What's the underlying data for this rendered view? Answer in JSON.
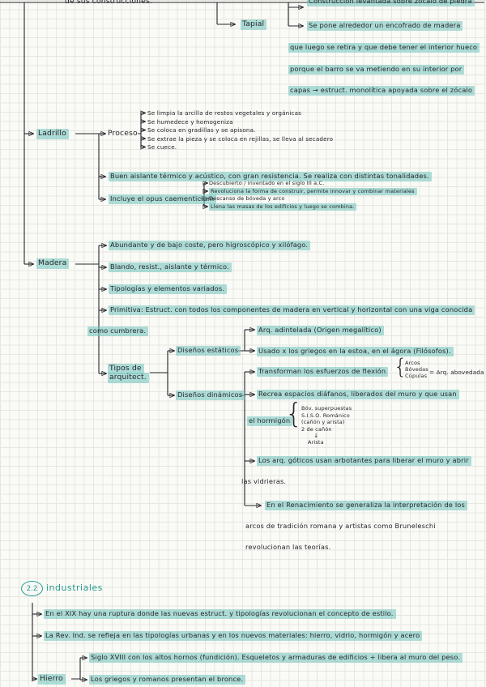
{
  "decor": {
    "brace": "{",
    "arrow_down": "↓"
  },
  "top": {
    "fragment": "de sus construcciones."
  },
  "tapial": {
    "label": "Tapial",
    "line1": "Construcción levantada sobre zócalo de piedra",
    "line2": "Se pone alrededor un encofrado de madera",
    "line3": "que luego se retira y que debe tener el interior hueco",
    "line4": "porque el barro se va metiendo en su interior por",
    "line5": "capas → estruct. monolítica apoyada sobre el zócalo"
  },
  "ladrillo": {
    "label": "Ladrillo",
    "proceso_label": "Proceso",
    "steps": [
      "Se limpia la arcilla de restos vegetales y orgánicas",
      "Se humedece y homogeniza",
      "Se coloca en gradillas y se apisona.",
      "Se extrae la pieza y se coloca en rejillas, se lleva al secadero",
      "Se cuece."
    ],
    "aislante": "Buen aislante térmico y acústico, con gran resistencia. Se realiza con distintas tonalidades.",
    "opus_label": "Incluye el opus caementicium",
    "opus_notes": [
      "Descubierto / inventado en el siglo III a.C.",
      "Revoluciona la forma de construir, permite innovar y combinar materiales",
      "Descanso de bóveda y arco",
      "Llena las masas de los edificios y luego se combina."
    ]
  },
  "madera": {
    "label": "Madera",
    "nota1": "Abundante y de bajo coste, pero higroscópico y xilófago.",
    "nota2": "Blando, resist., aislante y térmico.",
    "nota3": "Tipologías y elementos variados.",
    "nota4a": "Primitiva: Estruct. con todos los componentes de madera en vertical y horizontal con una viga conocida",
    "nota4b": "como cumbrera.",
    "tipos_line1": "Tipos de",
    "tipos_line2": "arquitect.",
    "estaticos": {
      "label": "Diseños estáticos",
      "item1": "Arq. adintelada (Origen megalítico)",
      "item2": "Usado x los griegos en la estoa, en el ágora (Filósofos)."
    },
    "dinamicos": {
      "label": "Diseños dinámicos",
      "flexion": "Transforman los esfuerzos de flexión",
      "flexion_list": [
        "Arcos",
        "Bóvedas",
        "Cúpulas"
      ],
      "flexion_result": "= Arq. abovedada",
      "recrea": "Recrea espacios diáfanos, liberados del muro y que usan",
      "hormigon": "el hormigón",
      "hormigon_list": [
        "Bóv. superpuestas",
        "S.I.S.O. Románico",
        "(cañón y arista)",
        "2 de cañón"
      ],
      "hormigon_extra": "Arista",
      "goticos_a": "Los arq. góticos usan arbotantes para liberar el muro y abrir",
      "goticos_b": "las vidrieras.",
      "renacimiento_a": "En el Renacimiento se generaliza la interpretación de los",
      "renacimiento_b": "arcos de tradición romana y artistas como Bruneleschi",
      "renacimiento_c": "revolucionan las teorías."
    }
  },
  "industriales": {
    "number": "2.2",
    "title": "industriales",
    "nota1": "En el XIX hay una ruptura donde las nuevas estruct. y tipologías revolucionan el concepto de estilo.",
    "nota2": "La Rev. Ind. se refleja en las tipologías urbanas y en los nuevos materiales: hierro, vidrio, hormigón y acero",
    "hierro_label": "Hierro",
    "hierro_nota1": "Siglo XVIII con los altos hornos (fundición). Esqueletos y armaduras de edificios + libera al muro del peso.",
    "hierro_nota2": "Los griegos y romanos presentan el bronce."
  }
}
